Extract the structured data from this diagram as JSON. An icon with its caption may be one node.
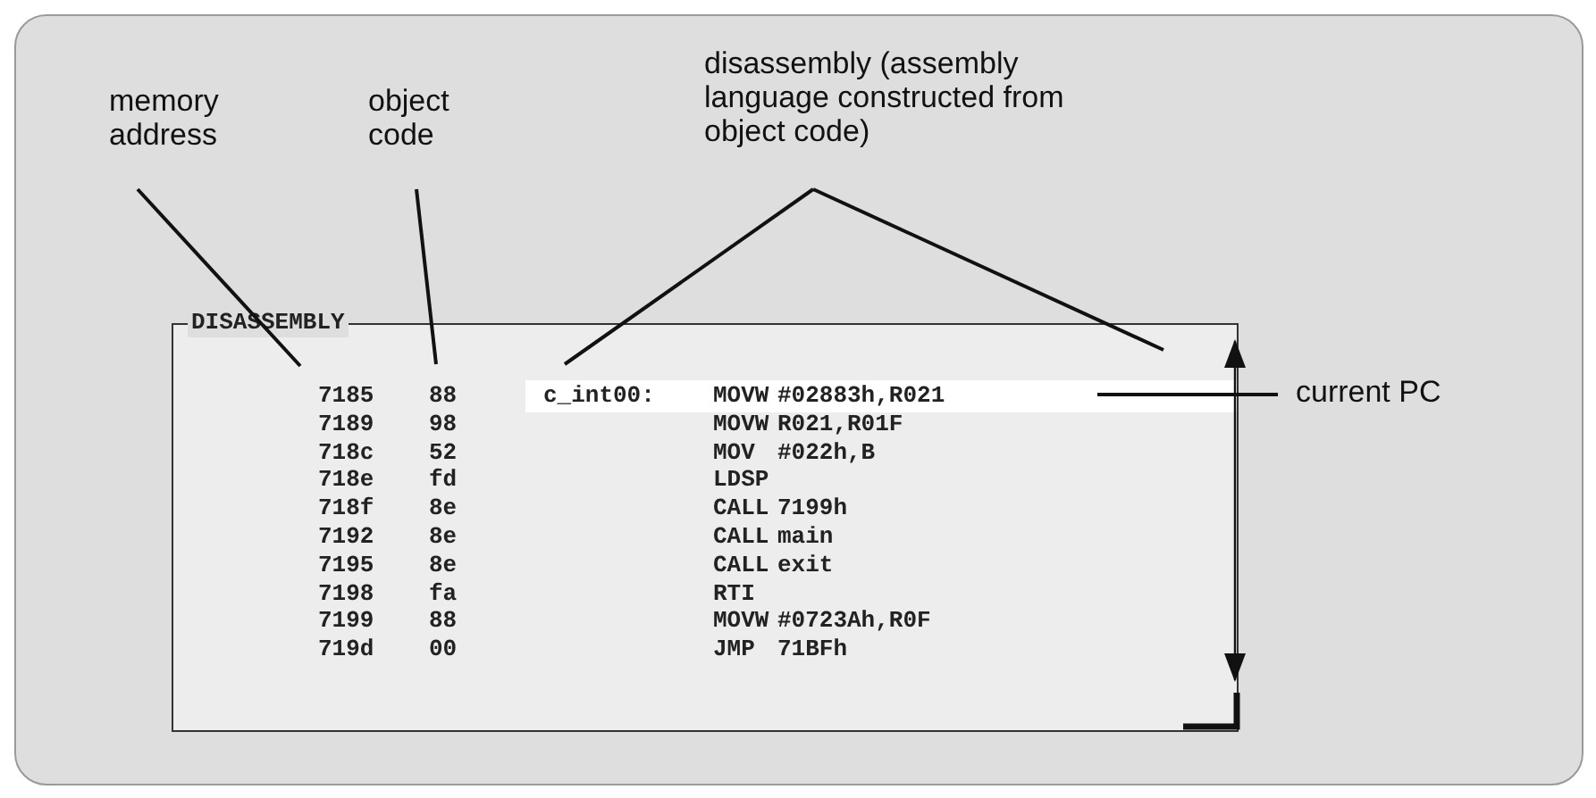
{
  "diagram": {
    "nodes": [
      {
        "text": [
          "DISASSEMBLY"
        ]
      },
      {
        "text": [
          "memory address"
        ]
      },
      {
        "text": [
          "object code"
        ]
      },
      {
        "text": [
          "disassembly (assembly language constructed from object code)"
        ]
      },
      {
        "text": [
          "current PC"
        ]
      }
    ],
    "edges": [
      {
        "from": 1,
        "to": 0,
        "arrow": "none"
      },
      {
        "from": 2,
        "to": 0,
        "arrow": "none"
      },
      {
        "from": 3,
        "to": 0,
        "arrow": "none"
      },
      {
        "from": 3,
        "to": 0,
        "arrow": "none"
      },
      {
        "from": 4,
        "to": 0,
        "arrow": "none"
      }
    ],
    "labels": [
      "7185",
      "88",
      "c_int00:",
      "MOVW",
      "#02883h,R021",
      "7189",
      "98",
      "MOVW",
      "R021,R01F",
      "718c",
      "52",
      "MOV",
      "#022h,B",
      "718e",
      "fd",
      "LDSP",
      "718f",
      "8e",
      "CALL",
      "7199h",
      "7192",
      "8e",
      "CALL",
      "main",
      "7195",
      "8e",
      "CALL",
      "exit",
      "7198",
      "fa",
      "RTI",
      "7199",
      "88",
      "MOVW",
      "#0723Ah,R0F",
      "719d",
      "00",
      "JMP",
      "71BFh"
    ]
  }
}
